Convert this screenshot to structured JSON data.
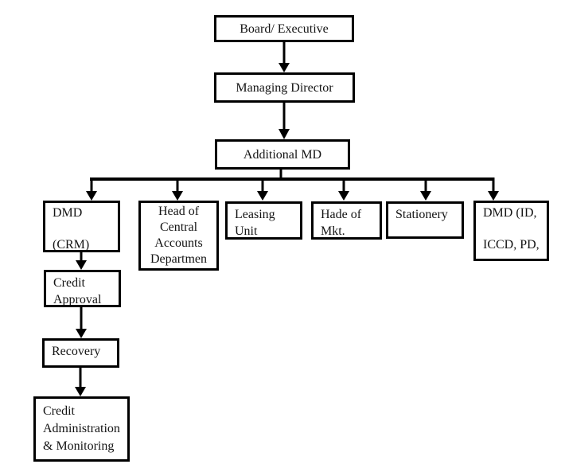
{
  "canvas": {
    "background": "#ffffff",
    "ink": "#000000",
    "description": "Organizational hierarchy flow chart"
  },
  "nodes": {
    "board_executive": {
      "label": "Board/ Executive"
    },
    "managing_director": {
      "label": "Managing Director"
    },
    "additional_md": {
      "label": "Additional MD"
    },
    "dmd_crm": {
      "label": "DMD\n\n(CRM)"
    },
    "head_central_accounts": {
      "label": "Head of\nCentral\nAccounts\nDepartmen"
    },
    "leasing_unit": {
      "label": "Leasing\nUnit"
    },
    "hade_of_mkt": {
      "label": "Hade of\nMkt."
    },
    "stationery": {
      "label": "Stationery"
    },
    "dmd_id_iccd_pd": {
      "label": "DMD (ID,\n\nICCD, PD,"
    },
    "credit_approval": {
      "label": "Credit\nApproval"
    },
    "recovery": {
      "label": "Recovery"
    },
    "credit_administration": {
      "label": "Credit\nAdministration\n& Monitoring"
    }
  },
  "edges": [
    {
      "from": "board_executive",
      "to": "managing_director"
    },
    {
      "from": "managing_director",
      "to": "additional_md"
    },
    {
      "from": "additional_md",
      "to": "dmd_crm"
    },
    {
      "from": "additional_md",
      "to": "head_central_accounts"
    },
    {
      "from": "additional_md",
      "to": "leasing_unit"
    },
    {
      "from": "additional_md",
      "to": "hade_of_mkt"
    },
    {
      "from": "additional_md",
      "to": "stationery"
    },
    {
      "from": "additional_md",
      "to": "dmd_id_iccd_pd"
    },
    {
      "from": "dmd_crm",
      "to": "credit_approval"
    },
    {
      "from": "credit_approval",
      "to": "recovery"
    },
    {
      "from": "recovery",
      "to": "credit_administration"
    }
  ]
}
